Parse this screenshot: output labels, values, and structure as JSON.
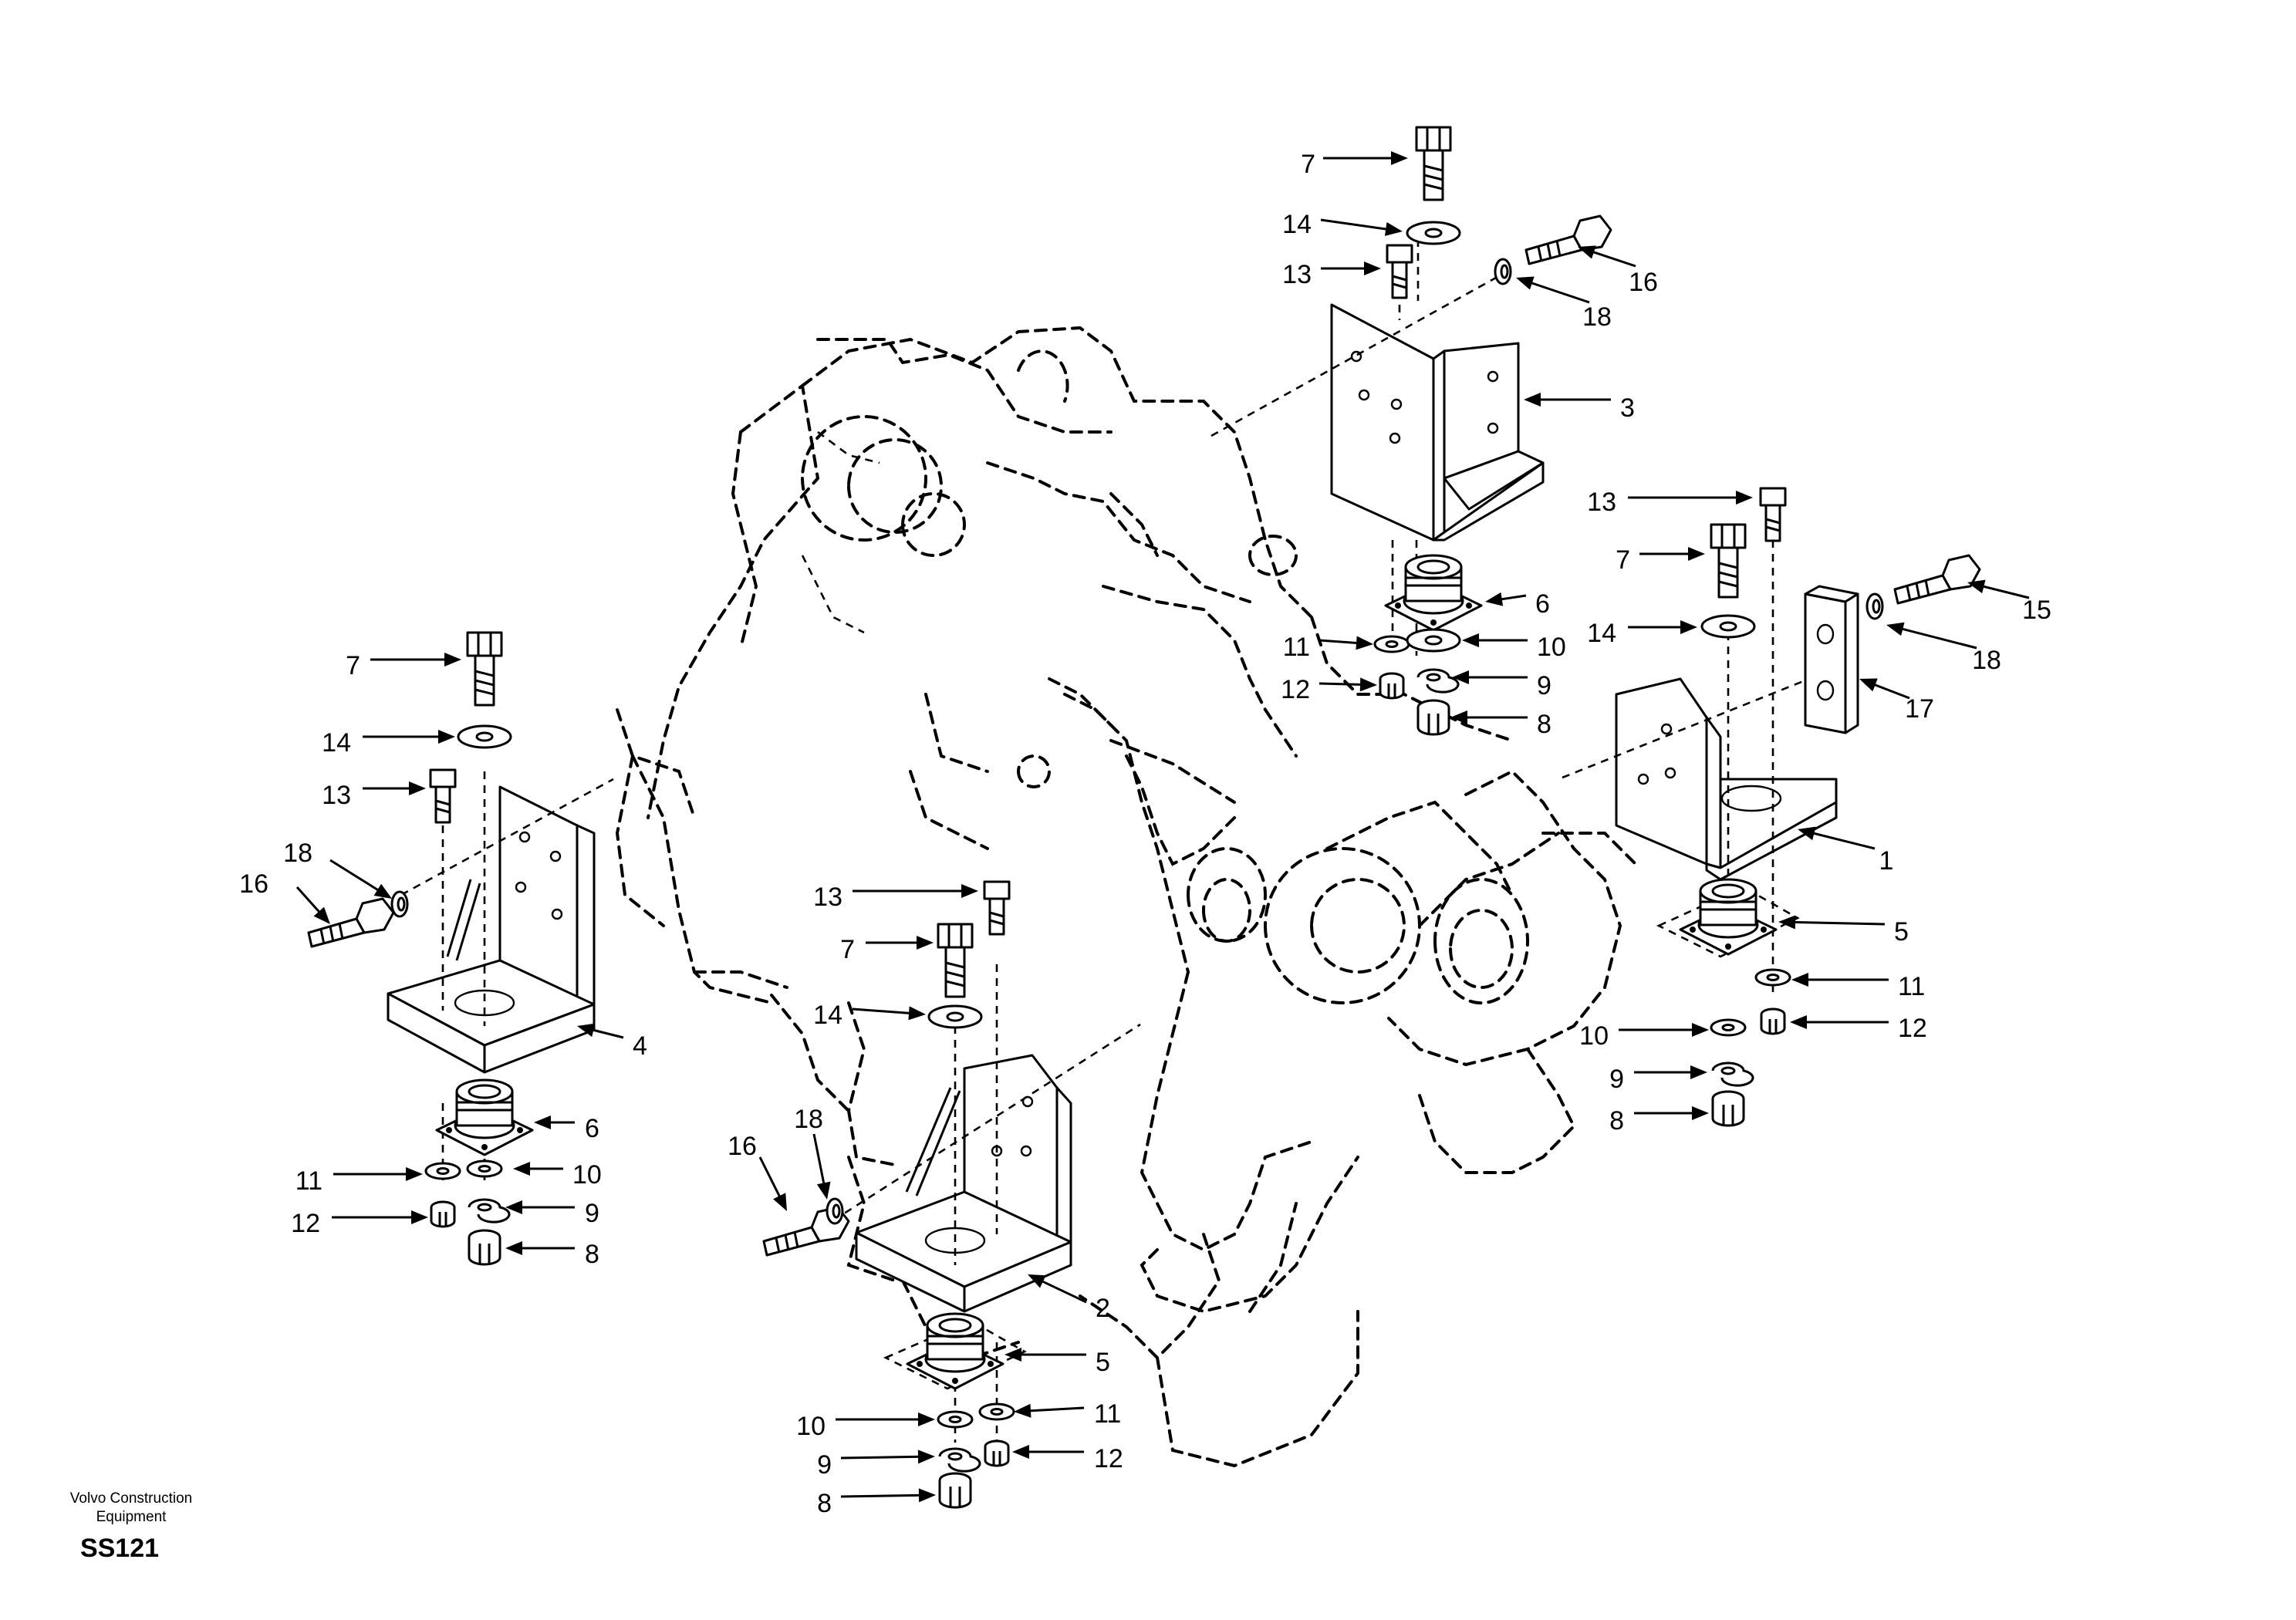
{
  "footer": {
    "manufacturer_line1": "Volvo Construction",
    "manufacturer_line2": "Equipment",
    "drawing_code": "SS121"
  },
  "callouts": {
    "c1": "1",
    "c2": "2",
    "c3": "3",
    "c4": "4",
    "c5a": "5",
    "c5b": "5",
    "c6a": "6",
    "c6b": "6",
    "c7a": "7",
    "c7b": "7",
    "c7c": "7",
    "c7d": "7",
    "c8a": "8",
    "c8b": "8",
    "c8c": "8",
    "c8d": "8",
    "c9a": "9",
    "c9b": "9",
    "c9c": "9",
    "c9d": "9",
    "c10a": "10",
    "c10b": "10",
    "c10c": "10",
    "c10d": "10",
    "c11a": "11",
    "c11b": "11",
    "c11c": "11",
    "c11d": "11",
    "c12a": "12",
    "c12b": "12",
    "c12c": "12",
    "c12d": "12",
    "c13a": "13",
    "c13b": "13",
    "c13c": "13",
    "c13d": "13",
    "c14a": "14",
    "c14b": "14",
    "c14c": "14",
    "c14d": "14",
    "c15": "15",
    "c16a": "16",
    "c16b": "16",
    "c16c": "16",
    "c17": "17",
    "c18a": "18",
    "c18b": "18",
    "c18c": "18",
    "c18d": "18"
  }
}
